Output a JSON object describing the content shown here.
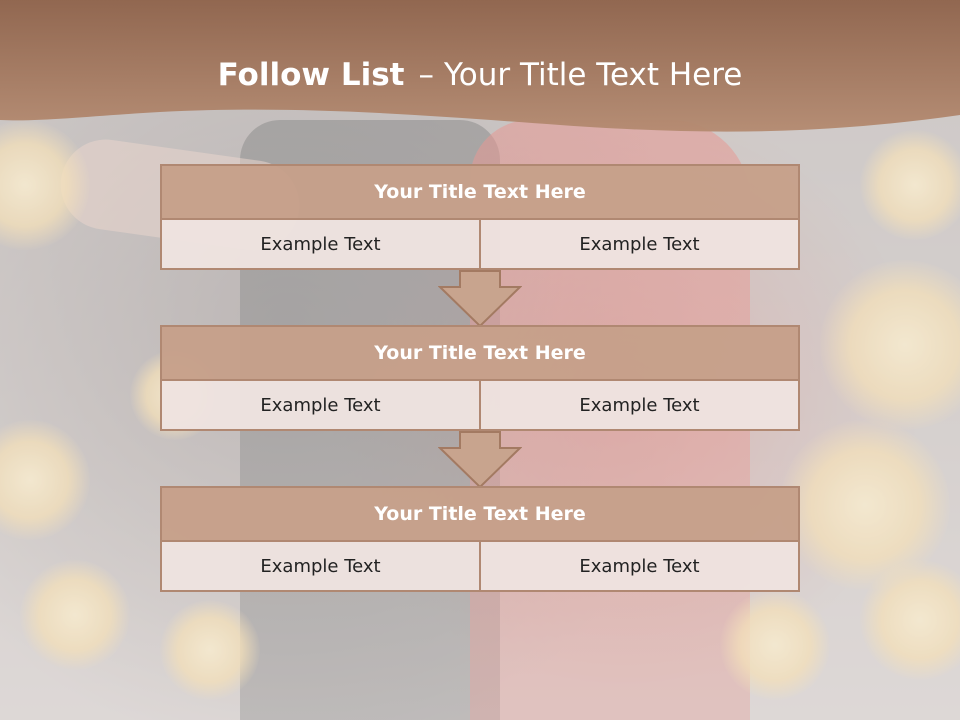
{
  "slide": {
    "title_bold": "Follow List",
    "title_dash": "–",
    "title_rest": "Your Title Text Here",
    "colors": {
      "header": "#a57a60",
      "block_title": "#c6a08a",
      "block_cell": "#eee3e0",
      "border": "#b08872",
      "arrow_fill": "#c8a48e"
    }
  },
  "blocks": [
    {
      "title": "Your Title Text Here",
      "left_text": "Example Text",
      "right_text": "Example Text"
    },
    {
      "title": "Your Title Text Here",
      "left_text": "Example Text",
      "right_text": "Example Text"
    },
    {
      "title": "Your Title Text Here",
      "left_text": "Example Text",
      "right_text": "Example Text"
    }
  ],
  "connectors": [
    "arrow-down-icon",
    "arrow-down-icon"
  ]
}
